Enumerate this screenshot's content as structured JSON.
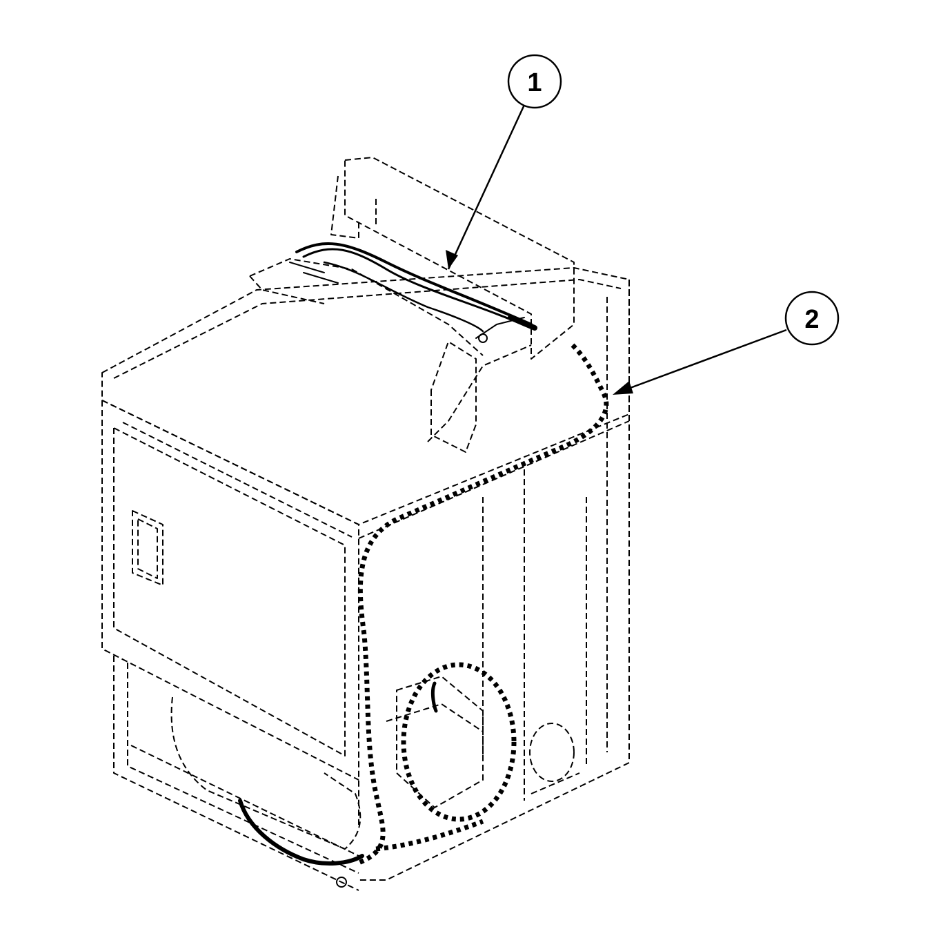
{
  "diagram": {
    "callouts": [
      {
        "id": "1",
        "label": "1",
        "target": "top-wire-harness"
      },
      {
        "id": "2",
        "label": "2",
        "target": "cabinet-wire-harness"
      }
    ],
    "colors": {
      "line": "#000000",
      "background": "#ffffff"
    }
  }
}
